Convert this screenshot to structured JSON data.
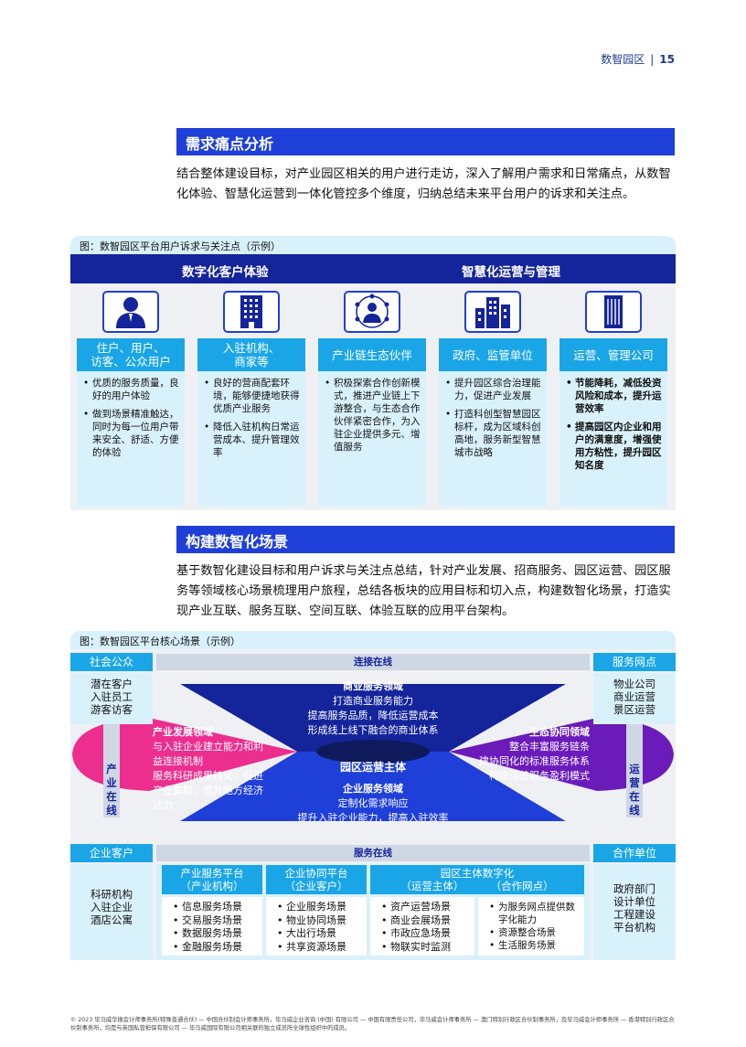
{
  "header": {
    "title": "数智园区",
    "page": "15"
  },
  "section1": {
    "title": "需求痛点分析",
    "paragraph": "结合整体建设目标，对产业园区相关的用户进行走访，深入了解用户需求和日常痛点，从数智化体验、智慧化运营到一体化管控多个维度，归纳总结未来平台用户的诉求和关注点。"
  },
  "figure1": {
    "caption": "图：数智园区平台用户诉求与关注点（示例）",
    "head_left": "数字化客户体验",
    "head_right": "智慧化运营与管理",
    "columns": [
      {
        "icon": "person-icon",
        "label": "住户、用户、\n访客、公众用户",
        "points": [
          "优质的服务质量，良好的用户体验",
          "做到场景精准触达，同时为每一位用户带来安全、舒适、方便的体验"
        ]
      },
      {
        "icon": "building-icon",
        "label": "入驻机构、\n商家等",
        "points": [
          "良好的营商配套环境，能够便捷地获得优质产业服务",
          "降低入驻机构日常运营成本、提升管理效率"
        ]
      },
      {
        "icon": "network-person-icon",
        "label": "产业链生态伙伴",
        "points": [
          "积极探索合作创新模式，推进产业链上下游整合，与生态合作伙伴紧密合作，为入驻企业提供多元、增值服务"
        ]
      },
      {
        "icon": "city-buildings-icon",
        "label": "政府、监管单位",
        "points": [
          "提升园区综合治理能力，促进产业发展",
          "打造科创型智慧园区标杆，成为区域科创高地，服务新型智慧城市战略"
        ]
      },
      {
        "icon": "office-tower-icon",
        "label": "运营、管理公司",
        "points": [
          "节能降耗，减低投资风险和成本，提升运营效率",
          "提高园区内企业和用户的满意度，增强使用方粘性，提升园区知名度"
        ]
      }
    ]
  },
  "section2": {
    "title": "构建数智化场景",
    "paragraph": "基于数智化建设目标和用户诉求与关注点总结，针对产业发展、招商服务、园区运营、园区服务等领域核心场景梳理用户旅程，总结各板块的应用目标和切入点，构建数智化场景，打造实现产业互联、服务互联、空间互联、体验互联的应用平台架构。"
  },
  "figure2": {
    "caption": "图：数智园区平台核心场景（示例）",
    "top_band": "连接在线",
    "bottom_band": "服务在线",
    "left_top_label": "社会公众",
    "left_top_items": "潜在客户\n入驻员工\n游客访客",
    "right_top_label": "服务网点",
    "right_top_items": "物业公司\n商业运营\n景区运营",
    "left_side": "产\n业\n在\n线",
    "right_side": "运\n营\n在\n线",
    "center": "园区运营主体",
    "top_domain": {
      "title": "商业服务领域",
      "lines": [
        "打造商业服务能力",
        "提高服务品质，降低运营成本",
        "形成线上线下融合的商业体系"
      ]
    },
    "left_domain": {
      "title": "产业发展领域",
      "lines": [
        "与入驻企业建立能力和利益连接机制",
        "服务科研成果转化，促进产业集群，提升地方经济活力"
      ]
    },
    "right_domain": {
      "title": "生态协同领域",
      "lines": [
        "整合丰富服务链条",
        "建协同化的标准服务体系",
        "构建运营服务盈利模式"
      ]
    },
    "bottom_domain": {
      "title": "企业服务领域",
      "lines": [
        "定制化需求响应",
        "提升入驻企业能力，提高入驻效率"
      ]
    },
    "left_bottom_label": "企业客户",
    "left_bottom_items": "科研机构\n入驻企业\n酒店公寓",
    "right_bottom_label": "合作单位",
    "right_bottom_items": "政府部门\n设计单位\n工程建设\n平台机构",
    "platforms": [
      {
        "head": "产业服务平台\n（产业机构）",
        "items": [
          "信息服务场景",
          "交易服务场景",
          "数据服务场景",
          "金融服务场景"
        ]
      },
      {
        "head": "企业协同平台\n（企业客户）",
        "items": [
          "企业服务场景",
          "物业协同场景",
          "大出行场景",
          "共享资源场景"
        ]
      },
      {
        "head": "园区主体数字化\n（运营主体）        （合作网点）",
        "items": [
          "资产运营场景",
          "商业会展场景",
          "市政应急场景",
          "物联实时监测"
        ],
        "items2": [
          "为服务网点提供数字化能力",
          "资源整合场景",
          "生活服务场景"
        ]
      }
    ]
  },
  "footer": "© 2023 毕马威华振会计师事务所(特殊普通合伙) — 中国合伙制会计师事务所，毕马威企业咨询 (中国) 有限公司 — 中国有限责任公司，毕马威会计师事务所 — 澳门特别行政区合伙制事务所，及毕马威会计师事务所 — 香港特别行政区合伙制事务所，均是与英国私营担保有限公司 — 毕马威国际有限公司相关联的独立成员所全球性组织中的成员。",
  "colors": {
    "navy": "#14249a",
    "blue": "#1f3fd9",
    "cyan": "#1aa6e6",
    "pink": "#ec2e8f",
    "purple": "#6a1bb9",
    "light": "#d9f1fb"
  }
}
